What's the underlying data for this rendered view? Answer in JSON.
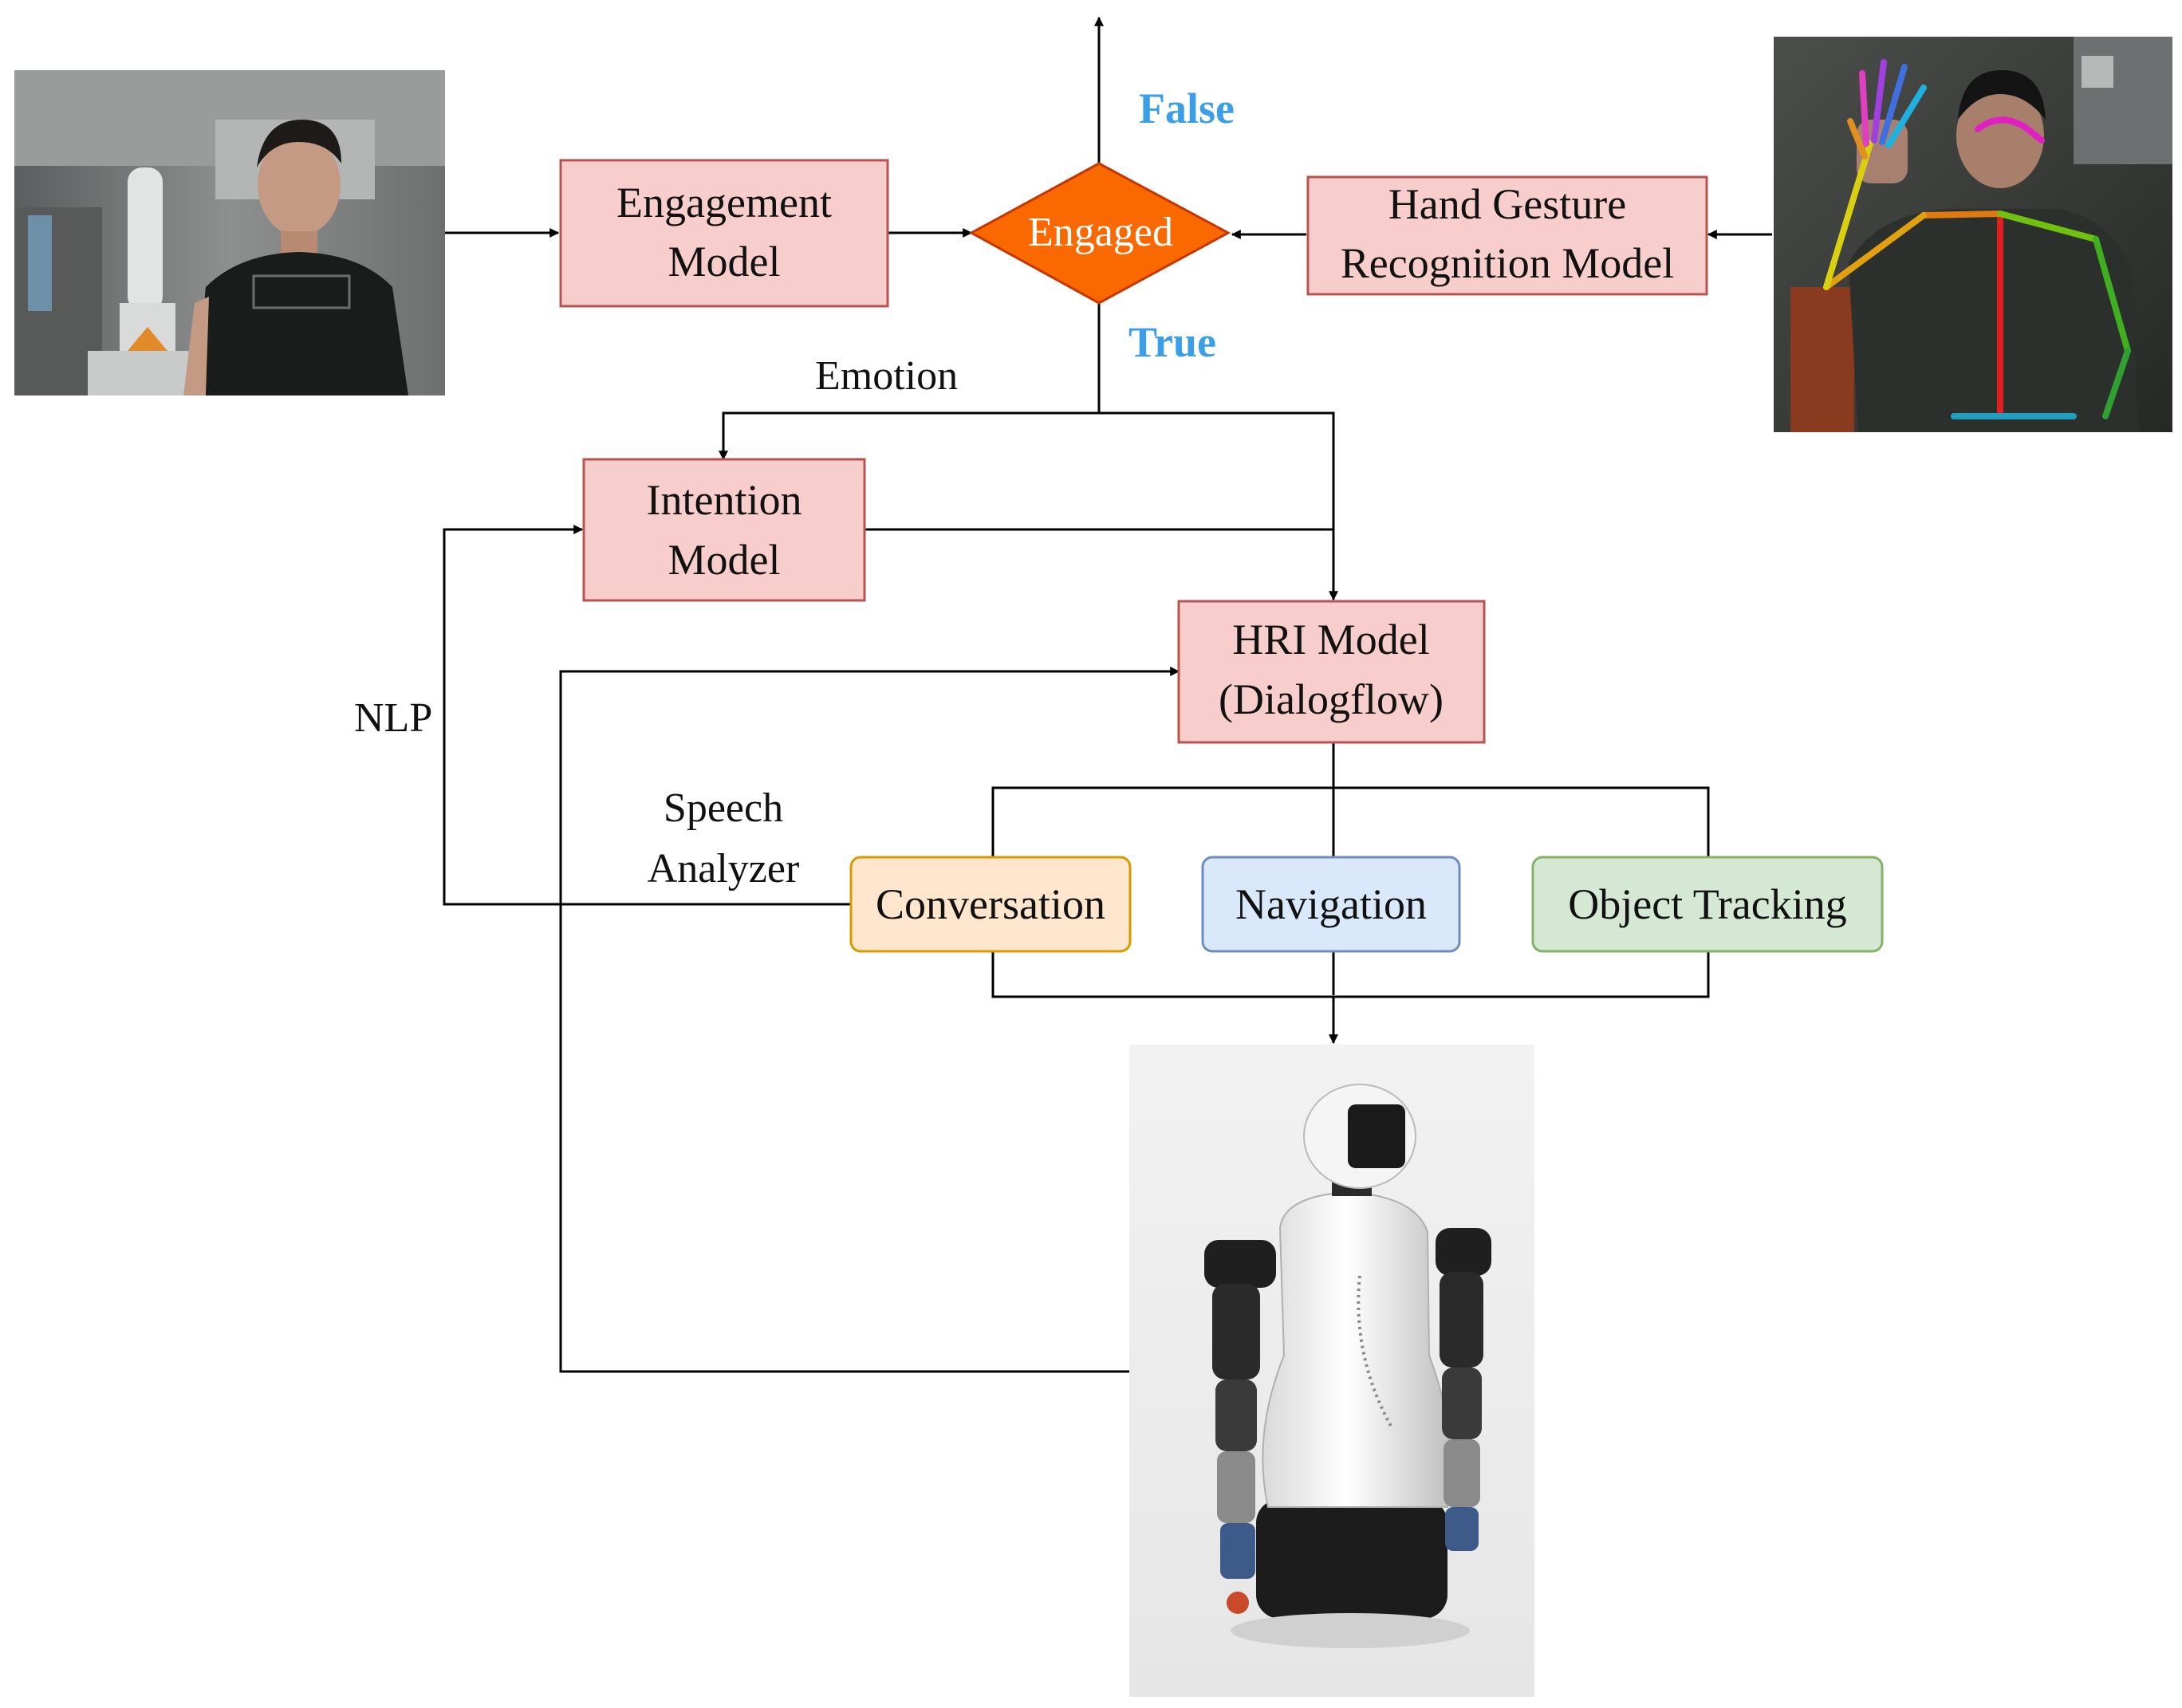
{
  "nodes": {
    "engagement_model": {
      "line1": "Engagement",
      "line2": "Model"
    },
    "engaged_decision": {
      "label": "Engaged"
    },
    "hand_gesture_model": {
      "line1": "Hand Gesture",
      "line2": "Recognition Model"
    },
    "intention_model": {
      "line1": "Intention",
      "line2": "Model"
    },
    "hri_model": {
      "line1": "HRI Model",
      "line2": "(Dialogflow)"
    },
    "conversation": {
      "label": "Conversation"
    },
    "navigation": {
      "label": "Navigation"
    },
    "object_tracking": {
      "label": "Object Tracking"
    }
  },
  "edge_labels": {
    "false_branch": "False",
    "true_branch": "True",
    "emotion": "Emotion",
    "nlp": "NLP",
    "speech_analyzer_line1": "Speech",
    "speech_analyzer_line2": "Analyzer"
  },
  "colors": {
    "model_fill": "#f8cecc",
    "model_stroke": "#b85450",
    "decision_fill": "#fa6800",
    "decision_text": "#ffffff",
    "branch_label": "#3a9ee8",
    "conversation_fill": "#ffe6cc",
    "conversation_stroke": "#d79b00",
    "navigation_fill": "#dae8fc",
    "navigation_stroke": "#6c8ebf",
    "object_tracking_fill": "#d5e8d4",
    "object_tracking_stroke": "#82b366",
    "line": "#000000"
  },
  "images": {
    "camera_view": "person-camera-photo",
    "skeleton_view": "pose-skeleton-photo",
    "robot": "service-robot-render"
  }
}
